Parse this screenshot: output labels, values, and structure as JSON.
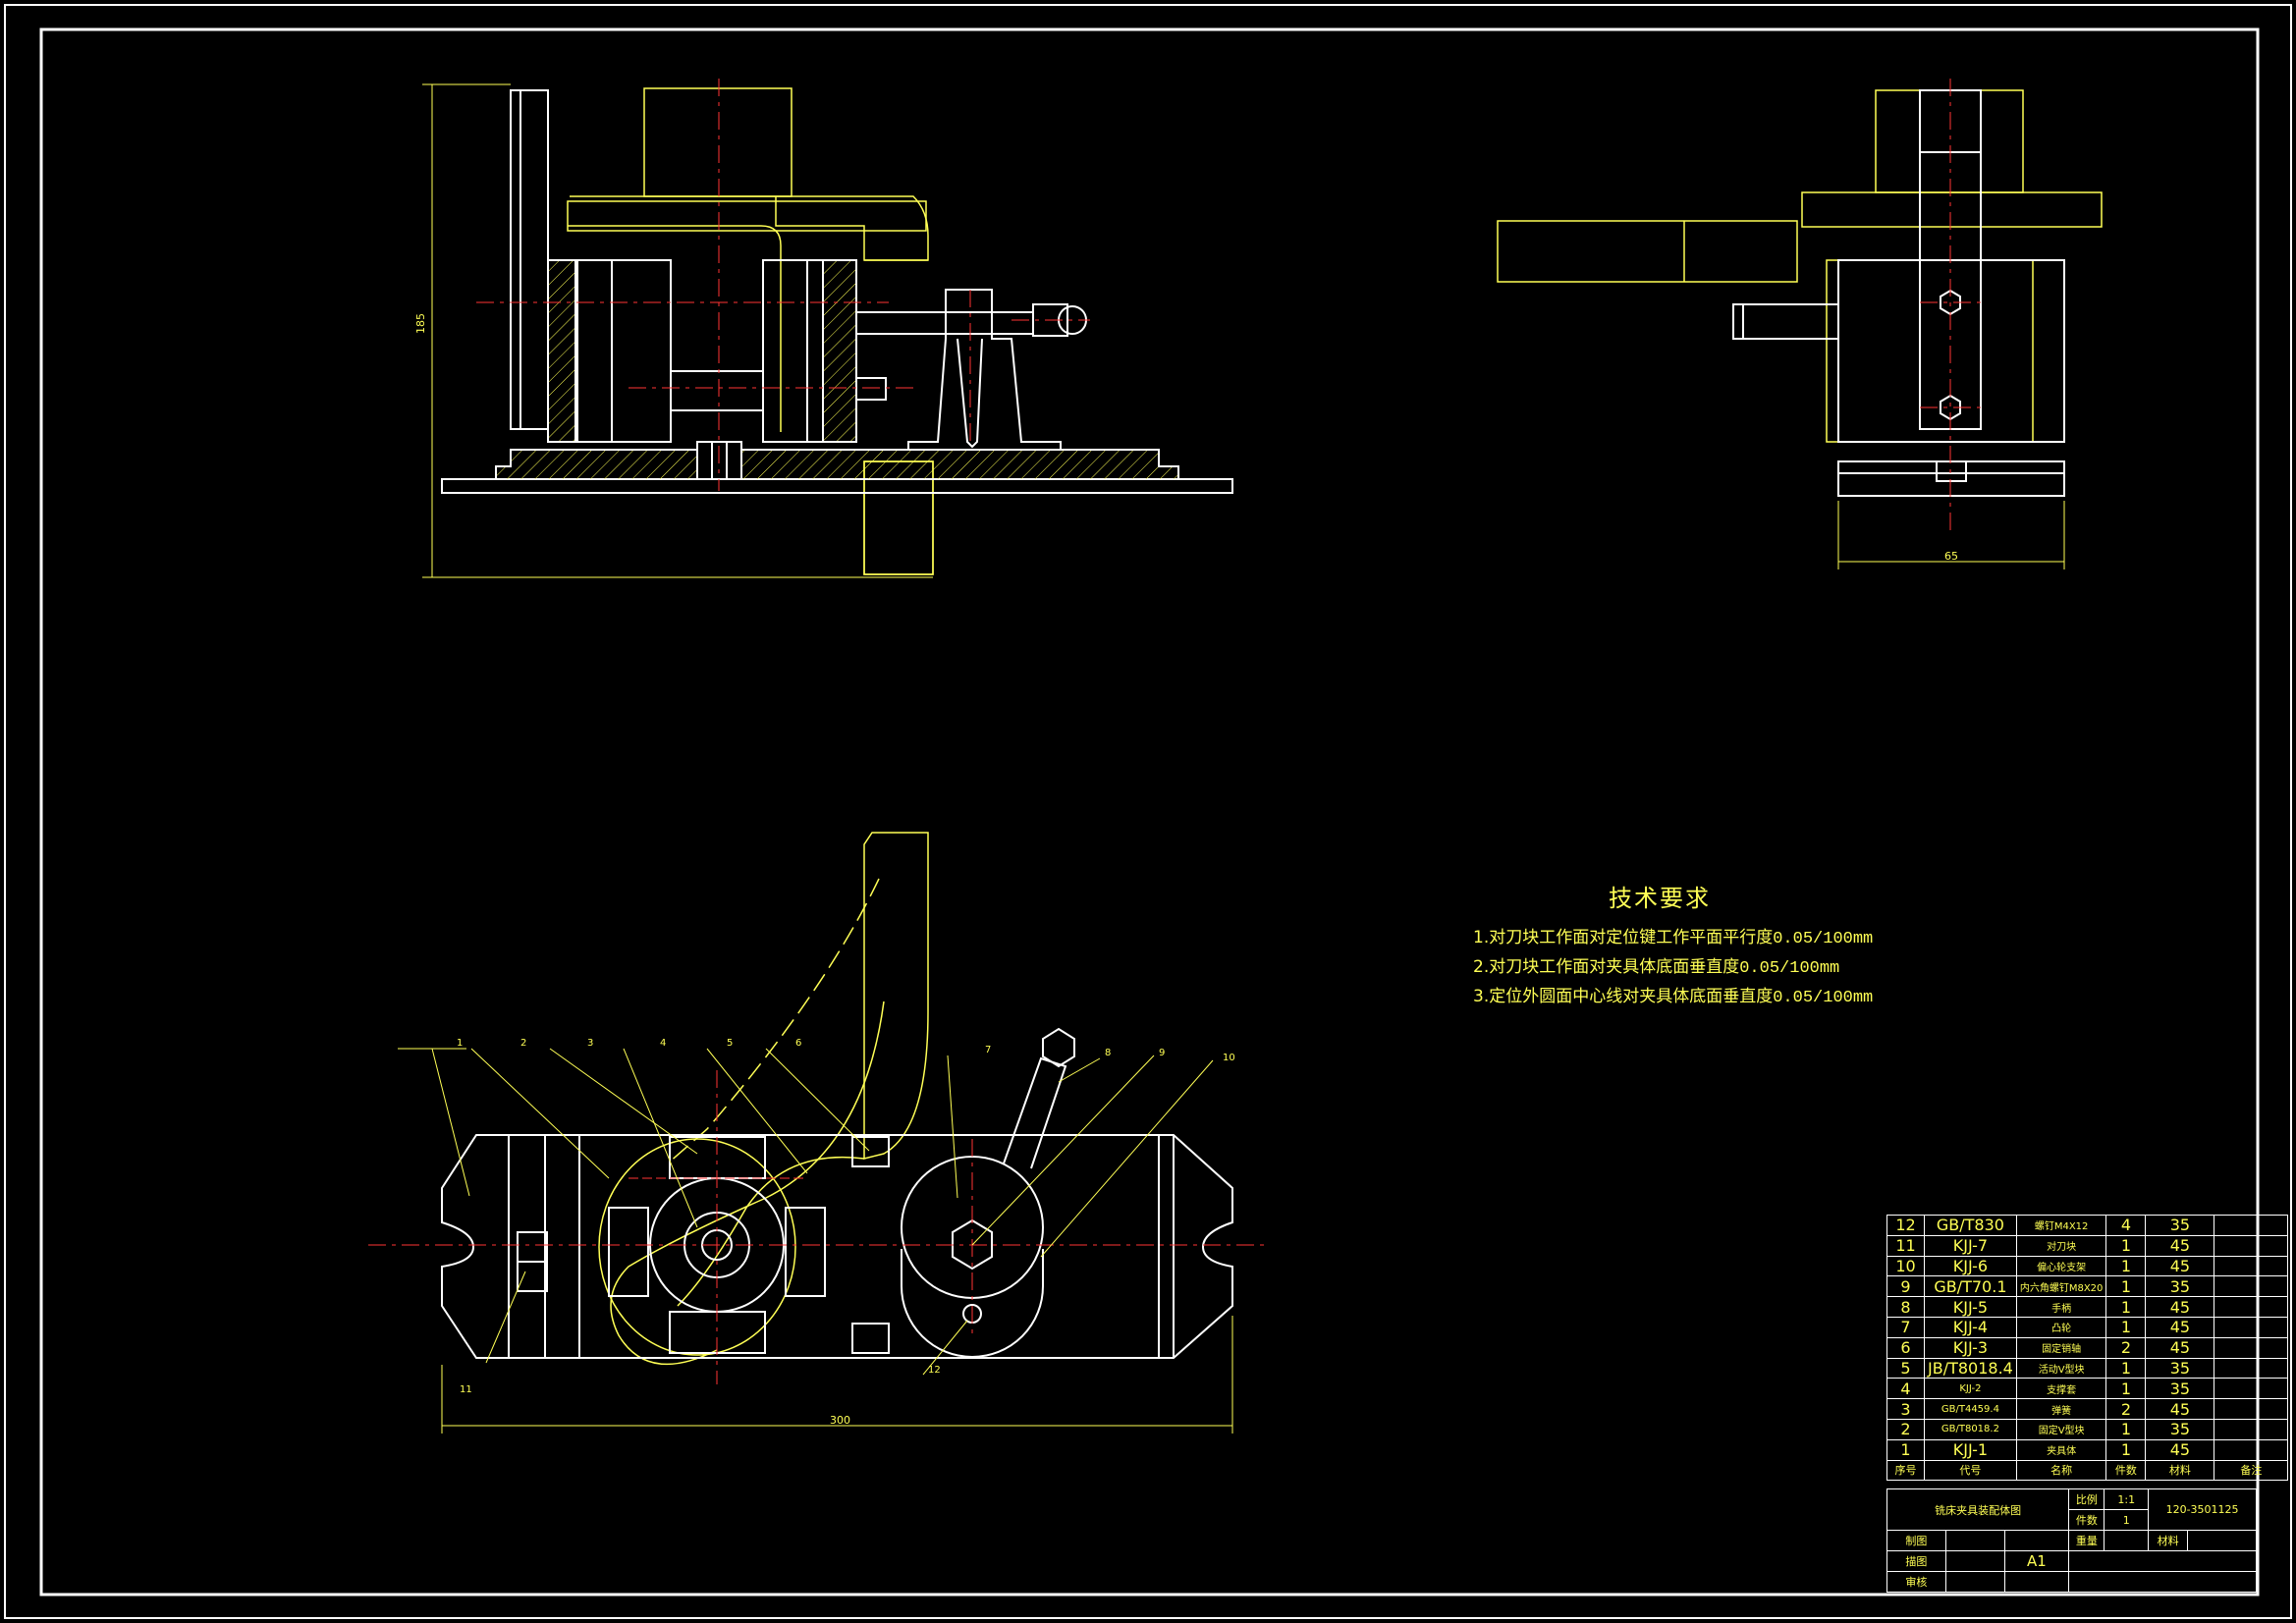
{
  "tech_requirements": {
    "title": "技术要求",
    "items": [
      {
        "prefix": "1.对刀块工作面对定位键工作平面平行度",
        "value": "0.05/100mm"
      },
      {
        "prefix": "2.对刀块工作面对夹具体底面垂直度",
        "value": "0.05/100mm"
      },
      {
        "prefix": "3.定位外圆面中心线对夹具体底面垂直度",
        "value": "0.05/100mm"
      }
    ]
  },
  "dimensions": {
    "front_height": "185",
    "side_width": "65",
    "top_length": "300"
  },
  "balloons": [
    "1",
    "2",
    "3",
    "4",
    "5",
    "6",
    "7",
    "8",
    "9",
    "10",
    "11",
    "12"
  ],
  "bom": {
    "rows": [
      {
        "no": "12",
        "code": "GB/T830",
        "name": "螺钉M4X12",
        "qty": "4",
        "material": "35",
        "note": ""
      },
      {
        "no": "11",
        "code": "KJJ-7",
        "name": "对刀块",
        "qty": "1",
        "material": "45",
        "note": ""
      },
      {
        "no": "10",
        "code": "KJJ-6",
        "name": "偏心轮支架",
        "qty": "1",
        "material": "45",
        "note": ""
      },
      {
        "no": "9",
        "code": "GB/T70.1",
        "name": "内六角螺钉M8X20",
        "qty": "1",
        "material": "35",
        "note": ""
      },
      {
        "no": "8",
        "code": "KJJ-5",
        "name": "手柄",
        "qty": "1",
        "material": "45",
        "note": ""
      },
      {
        "no": "7",
        "code": "KJJ-4",
        "name": "凸轮",
        "qty": "1",
        "material": "45",
        "note": ""
      },
      {
        "no": "6",
        "code": "KJJ-3",
        "name": "固定销轴",
        "qty": "2",
        "material": "45",
        "note": ""
      },
      {
        "no": "5",
        "code": "JB/T8018.4",
        "name": "活动V型块",
        "qty": "1",
        "material": "35",
        "note": ""
      },
      {
        "no": "4",
        "code": "KJJ-2",
        "name": "支撑套",
        "qty": "1",
        "material": "35",
        "note": ""
      },
      {
        "no": "3",
        "code": "GB/T4459.4",
        "name": "弹簧",
        "qty": "2",
        "material": "45",
        "note": ""
      },
      {
        "no": "2",
        "code": "GB/T8018.2",
        "name": "固定V型块",
        "qty": "1",
        "material": "35",
        "note": ""
      },
      {
        "no": "1",
        "code": "KJJ-1",
        "name": "夹具体",
        "qty": "1",
        "material": "45",
        "note": ""
      }
    ],
    "header": {
      "no": "序号",
      "code": "代号",
      "name": "名称",
      "qty": "件数",
      "material": "材料",
      "note": "备注"
    }
  },
  "title_block": {
    "drawing_name": "铣床夹具装配体图",
    "scale_label": "比例",
    "scale_value": "1:1",
    "qty_label": "件数",
    "qty_value": "1",
    "drawing_no": "120-3501125",
    "weight_label": "重量",
    "material_label": "材料",
    "drawn_label": "制图",
    "checked_label": "描图",
    "approved_label": "审核",
    "sheet_size": "A1"
  },
  "colors": {
    "outline": "#ffffff",
    "hidden": "#ffff55",
    "center": "#ff3333",
    "background": "#000000",
    "dim": "#ffff55"
  }
}
